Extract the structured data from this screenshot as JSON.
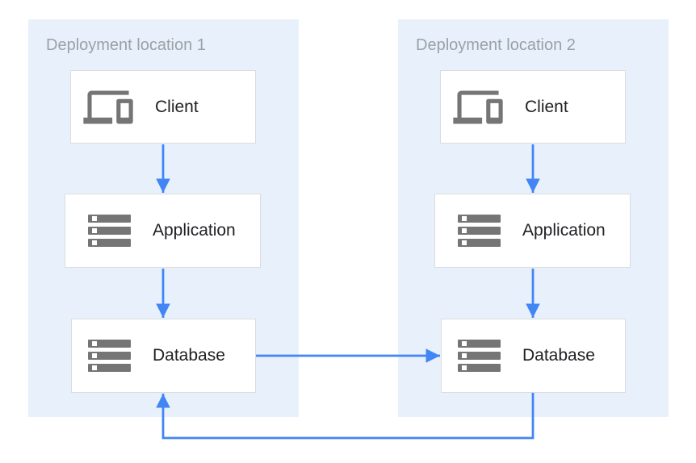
{
  "diagram": {
    "panels": [
      {
        "title": "Deployment location 1",
        "nodes": [
          {
            "id": "client-1",
            "label": "Client",
            "icon": "devices-icon"
          },
          {
            "id": "application-1",
            "label": "Application",
            "icon": "server-stack-icon"
          },
          {
            "id": "database-1",
            "label": "Database",
            "icon": "server-stack-icon"
          }
        ]
      },
      {
        "title": "Deployment location 2",
        "nodes": [
          {
            "id": "client-2",
            "label": "Client",
            "icon": "devices-icon"
          },
          {
            "id": "application-2",
            "label": "Application",
            "icon": "server-stack-icon"
          },
          {
            "id": "database-2",
            "label": "Database",
            "icon": "server-stack-icon"
          }
        ]
      }
    ],
    "edges": [
      {
        "from": "client-1",
        "to": "application-1",
        "style": "arrow-down"
      },
      {
        "from": "application-1",
        "to": "database-1",
        "style": "arrow-down"
      },
      {
        "from": "client-2",
        "to": "application-2",
        "style": "arrow-down"
      },
      {
        "from": "application-2",
        "to": "database-2",
        "style": "arrow-down"
      },
      {
        "from": "database-1",
        "to": "database-2",
        "style": "arrow-right"
      },
      {
        "from": "database-2",
        "to": "database-1",
        "style": "feedback-loop-bottom"
      }
    ],
    "colors": {
      "arrow": "#4285F4",
      "panel_bg": "#E8F1FB",
      "box_border": "#DADCE0",
      "icon": "#757575",
      "title_text": "#9AA0A6",
      "label_text": "#202124"
    }
  }
}
